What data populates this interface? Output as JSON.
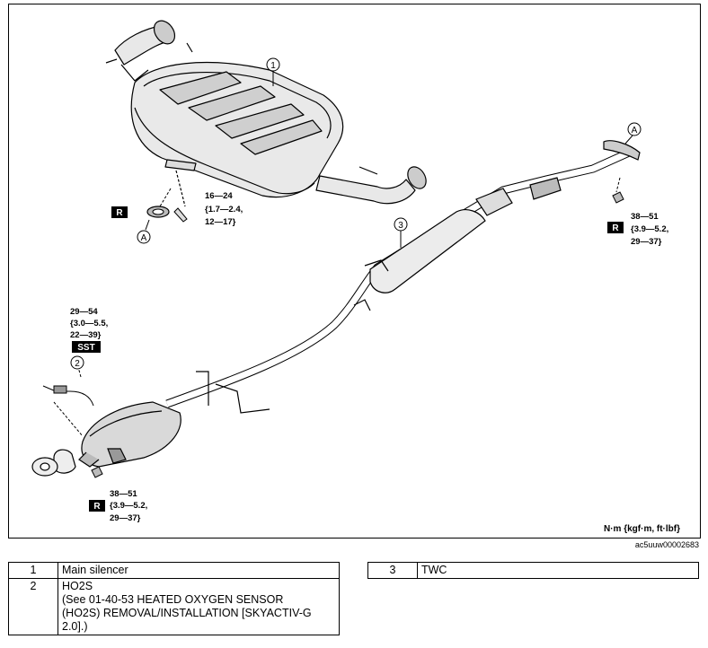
{
  "torque": {
    "silencer_bolt": [
      "16—24",
      "{1.7—2.4,",
      "12—17}"
    ],
    "front_nut_right": [
      "38—51",
      "{3.9—5.2,",
      "29—37}"
    ],
    "sensor": [
      "29—54",
      "{3.0—5.5,",
      "22—39}"
    ],
    "rear_nut_left": [
      "38—51",
      "{3.9—5.2,",
      "29—37}"
    ]
  },
  "badges": {
    "replace": "R",
    "sst": "SST"
  },
  "callouts": {
    "main_silencer": "1",
    "ho2s": "2",
    "twc": "3",
    "joint": "A"
  },
  "units_label": "N·m {kgf·m, ft·lbf}",
  "figure_id": "ac5uuw00002683",
  "parts_left": [
    {
      "num": "1",
      "lines": [
        "Main silencer"
      ]
    },
    {
      "num": "2",
      "lines": [
        "HO2S",
        "(See 01-40-53 HEATED OXYGEN SENSOR",
        "(HO2S) REMOVAL/INSTALLATION [SKYACTIV-G",
        "2.0].)"
      ]
    }
  ],
  "parts_right": [
    {
      "num": "3",
      "lines": [
        "TWC"
      ]
    }
  ]
}
